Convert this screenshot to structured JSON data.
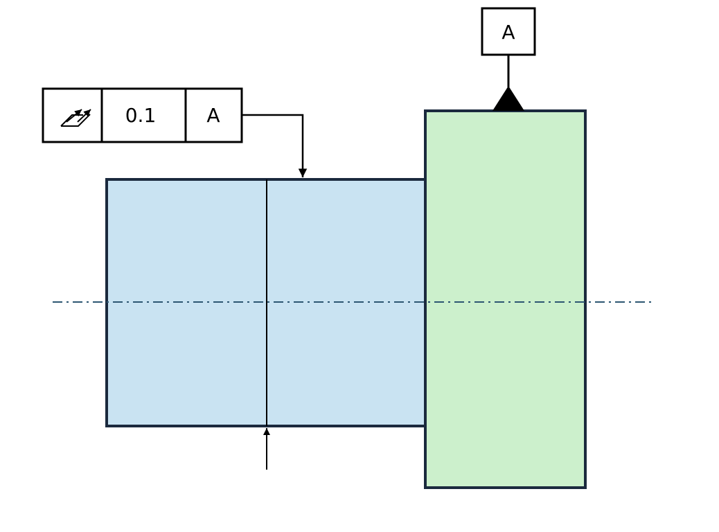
{
  "feature_control_frame": {
    "characteristic_symbol": "total-runout-icon",
    "tolerance": "0.1",
    "datum": "A"
  },
  "datum_feature": {
    "label": "A"
  },
  "colors": {
    "shaft_fill": "#c9e3f2",
    "flange_fill": "#ccf0cc",
    "outline": "#1b2a3e",
    "centerline": "#2b5571"
  }
}
